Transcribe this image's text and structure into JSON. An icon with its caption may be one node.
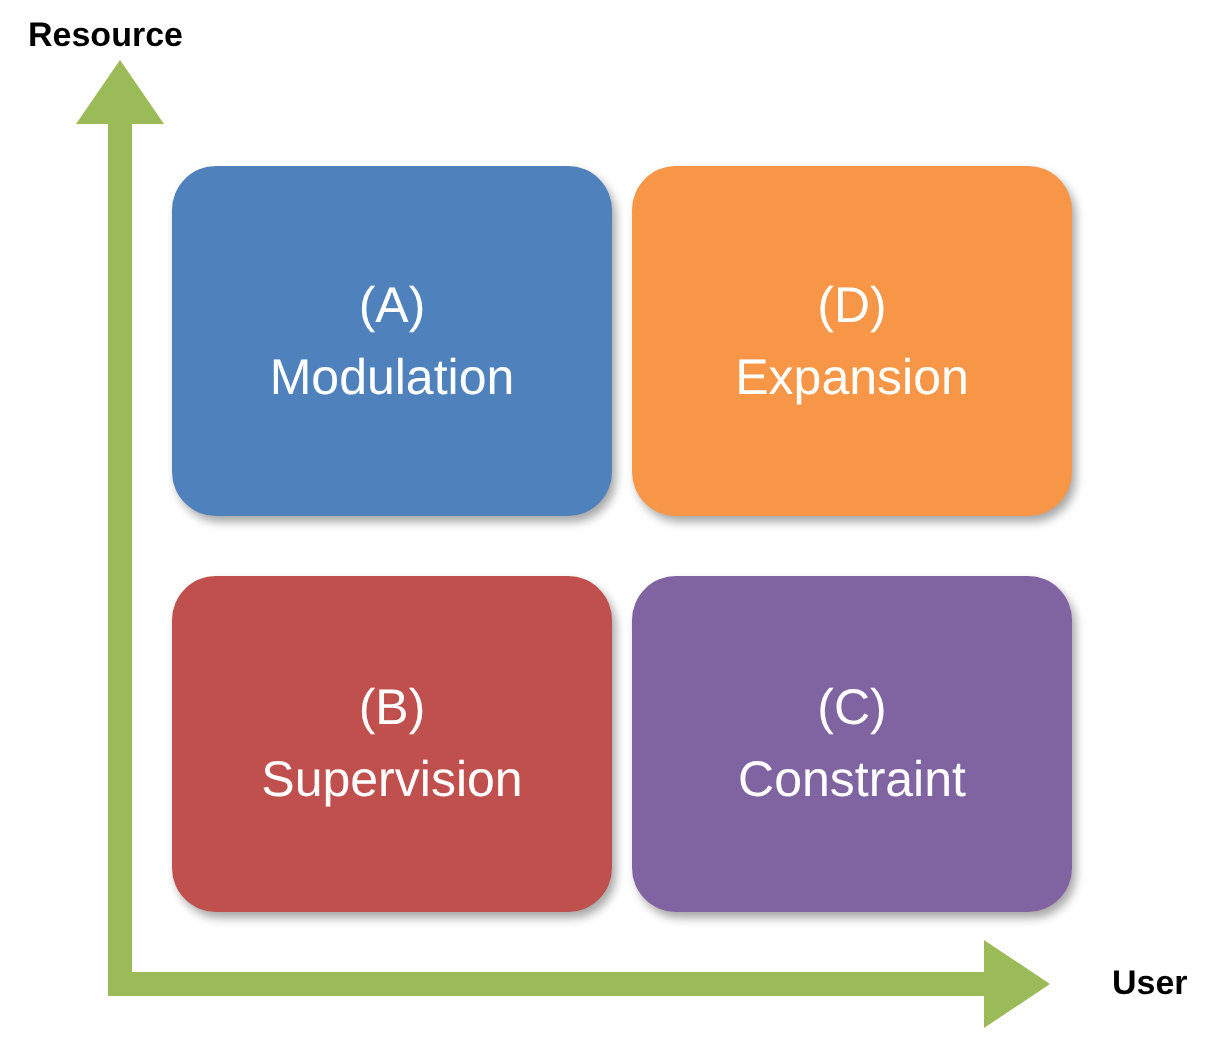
{
  "diagram": {
    "nodes": [
      {
        "text": [
          "(A)",
          "Modulation"
        ]
      },
      {
        "text": [
          "(D)",
          "Expansion"
        ]
      },
      {
        "text": [
          "(B)",
          "Supervision"
        ]
      },
      {
        "text": [
          "(C)",
          "Constraint"
        ]
      }
    ],
    "edges": [],
    "labels": [
      "Resource",
      "User"
    ]
  }
}
